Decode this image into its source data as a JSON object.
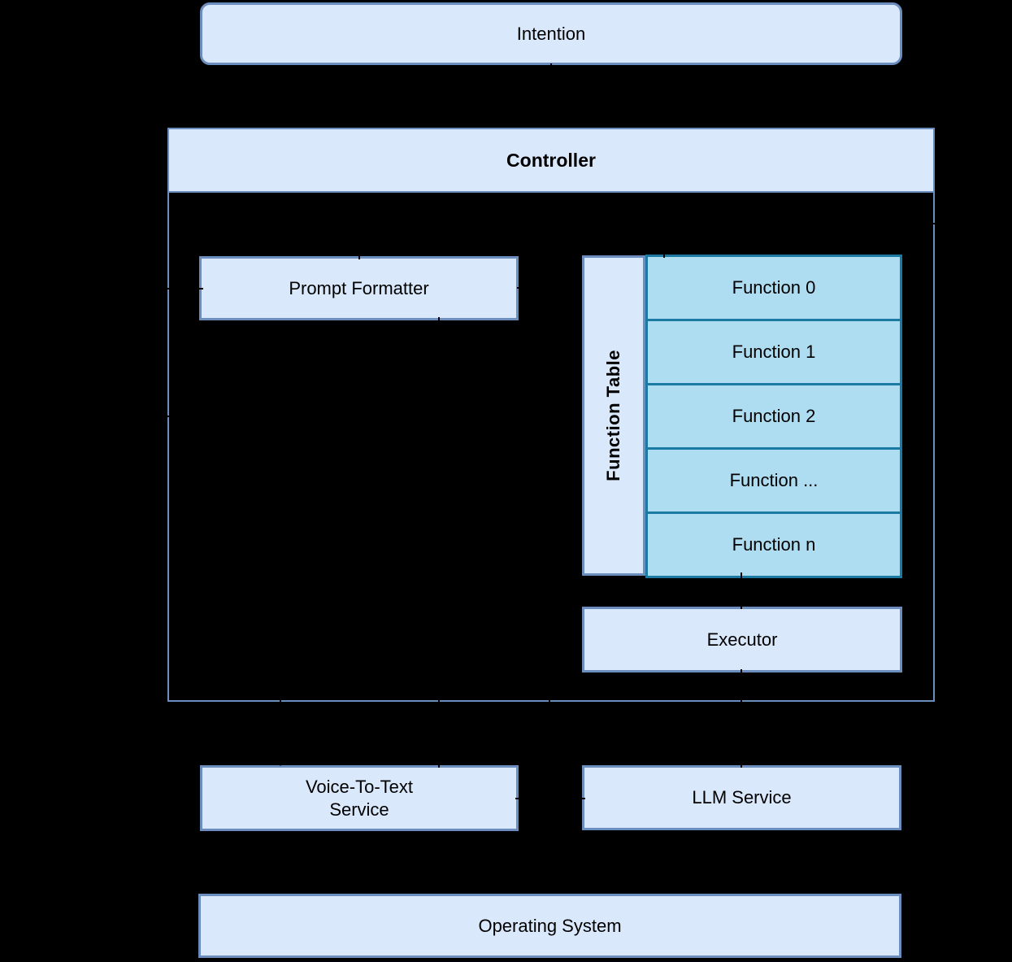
{
  "nodes": {
    "intention": {
      "label": "Intention"
    },
    "controller": {
      "label": "Controller"
    },
    "prompt_formatter": {
      "label": "Prompt Formatter"
    },
    "function_table": {
      "label": "Function Table",
      "rows": [
        "Function 0",
        "Function 1",
        "Function 2",
        "Function ...",
        "Function n"
      ]
    },
    "executor": {
      "label": "Executor"
    },
    "voice_to_text": {
      "label_line1": "Voice-To-Text",
      "label_line2": "Service"
    },
    "llm_service": {
      "label": "LLM Service"
    },
    "operating_system": {
      "label": "Operating System"
    }
  },
  "colors": {
    "background": "#000000",
    "node_fill": "#dae8fc",
    "node_stroke": "#6c8ebf",
    "function_row_fill": "#aedcf0",
    "function_row_stroke": "#1a7aa2",
    "text": "#000000",
    "connector": "#000000"
  }
}
